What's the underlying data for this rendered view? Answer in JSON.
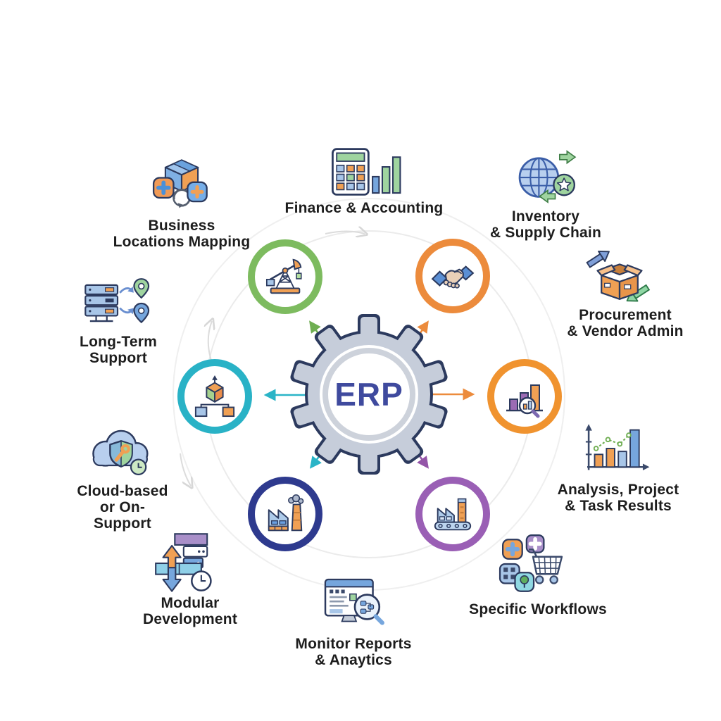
{
  "center": {
    "label": "ERP"
  },
  "modules": {
    "business_mapping": {
      "label": "Business\nLocations Mapping",
      "icon": "box-plus-badges-sync-icon"
    },
    "finance": {
      "label": "Finance & Accounting",
      "icon": "calculator-bars-icon"
    },
    "inventory": {
      "label": "Inventory\n& Supply Chain",
      "icon": "globe-arrows-star-icon"
    },
    "procurement": {
      "label": "Procurement\n& Vendor Admin",
      "icon": "open-box-exchange-arrows-icon"
    },
    "long_term": {
      "label": "Long-Term\nSupport",
      "icon": "server-map-pins-icon"
    },
    "cloud": {
      "label": "Cloud-based\nor On-\nSupport",
      "icon": "cloud-shield-wrench-clock-icon"
    },
    "modular": {
      "label": "Modular\nDevelopment",
      "icon": "modules-arrows-clock-icon"
    },
    "monitor": {
      "label": "Monitor Reports\n& Anaytics",
      "icon": "monitor-magnifier-icon"
    },
    "specific": {
      "label": "Specific Workflows",
      "icon": "cart-app-badges-icon"
    },
    "analysis": {
      "label": "Analysis, Project\n& Task Results",
      "icon": "bar-chart-trend-icon"
    }
  },
  "ring_icons": {
    "pumpjack": {
      "icon": "oil-pumpjack-icon",
      "ring_color": "#7dbb5f"
    },
    "handshake": {
      "icon": "handshake-icon",
      "ring_color": "#ec8b3c"
    },
    "cube": {
      "icon": "cube-hierarchy-icon",
      "ring_color": "#29b2c6"
    },
    "chart": {
      "icon": "bar-chart-magnifier-icon",
      "ring_color": "#f0932f"
    },
    "factory": {
      "icon": "factory-icon",
      "ring_color": "#2e3a8e"
    },
    "conveyor": {
      "icon": "factory-conveyor-icon",
      "ring_color": "#9a5fb5"
    }
  },
  "colors": {
    "gear_fill": "#c6cdda",
    "gear_outline": "#2c3a5e",
    "erp_text": "#3f4a9e",
    "arrow_green": "#6fae52",
    "arrow_orange": "#ec8b3c",
    "arrow_teal": "#2ab4c7",
    "arrow_purple": "#9455a8",
    "faint_ring": "#ebebeb",
    "icon_orange": "#f0a054",
    "icon_blue": "#76a6dd",
    "icon_green": "#9fd49f",
    "icon_purple": "#a98fc9",
    "label_text": "#1d1d1d"
  }
}
